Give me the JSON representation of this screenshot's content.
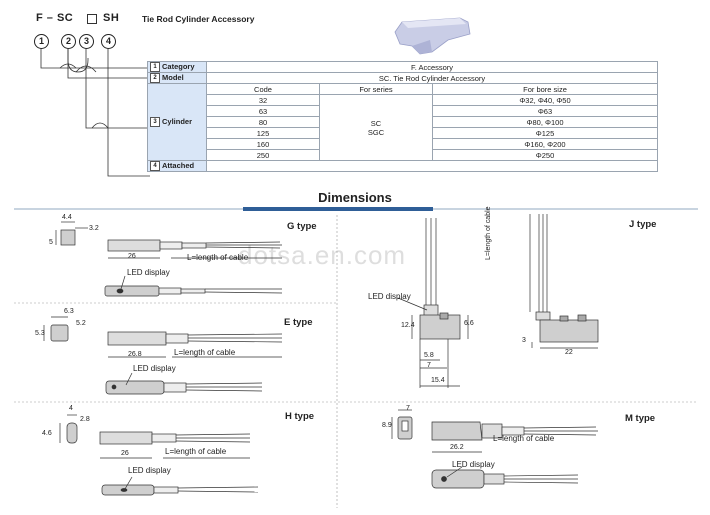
{
  "header": {
    "code_prefix": "F – SC",
    "code_suffix": "SH",
    "title": "Tie Rod Cylinder Accessory",
    "markers": [
      "1",
      "2",
      "3",
      "4"
    ]
  },
  "spec_table": {
    "category": {
      "num": "1",
      "label": "Category",
      "value": "F.  Accessory"
    },
    "model": {
      "num": "2",
      "label": "Model",
      "value": "SC.  Tie Rod Cylinder Accessory"
    },
    "cylinder": {
      "num": "3",
      "label": "Cylinder",
      "headers": [
        "Code",
        "For series",
        "For bore size"
      ],
      "series": [
        "SC",
        "SGC"
      ],
      "rows": [
        {
          "code": "32",
          "bore": "Φ32, Φ40, Φ50"
        },
        {
          "code": "63",
          "bore": "Φ63"
        },
        {
          "code": "80",
          "bore": "Φ80, Φ100"
        },
        {
          "code": "125",
          "bore": "Φ125"
        },
        {
          "code": "160",
          "bore": "Φ160, Φ200"
        },
        {
          "code": "250",
          "bore": "Φ250"
        }
      ]
    },
    "attached": {
      "num": "4",
      "label": "Attached"
    }
  },
  "dimensions_title": "Dimensions",
  "watermark": "dotsa.en.com",
  "panels": {
    "g": {
      "type": "G type",
      "w": "4.4",
      "w2": "3.2",
      "h": "5",
      "len": "26",
      "cable": "L=length of cable",
      "led": "LED display"
    },
    "e": {
      "type": "E type",
      "w": "6.3",
      "w2": "5.2",
      "h": "5.3",
      "len": "26.8",
      "cable": "L=length of cable",
      "led": "LED display"
    },
    "h": {
      "type": "H type",
      "w": "4",
      "w2": "2.8",
      "h": "4.6",
      "len": "26",
      "cable": "L=length of cable",
      "led": "LED display"
    },
    "j": {
      "type": "J type",
      "led": "LED display",
      "d1": "12.4",
      "d2": "6.6",
      "d3": "5.8",
      "d4": "7",
      "d5": "15.4",
      "cable_v": "L=length of cable",
      "d6": "3",
      "d7": "22"
    },
    "m": {
      "type": "M type",
      "w": "7",
      "h": "8.9",
      "len": "26.2",
      "cable": "L=length of cable",
      "led": "LED display"
    }
  }
}
